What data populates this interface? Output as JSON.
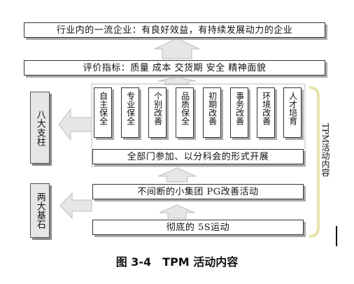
{
  "top_goal": "行业内的一流企业：有良好效益，有持续发展动力的企业",
  "evaluation": "评价指标：质量 成本 交货期 安全 精神面貌",
  "pillars": [
    "自主保全",
    "专业保全",
    "个别改善",
    "品质保全",
    "初期改善",
    "事务改善",
    "环境改善",
    "人才培育"
  ],
  "all_departments": "全部门参加、以分科会的形式开展",
  "small_group": "不间断的小集团 PG改善活动",
  "five_s": "彻底的 5S运动",
  "left_labels": {
    "pillars": "八大支柱",
    "foundation": "两大基石"
  },
  "brace_label": "TPM活动内容",
  "caption": "图 3-4　TPM 活动内容",
  "colors": {
    "arrow_fill": "#e6e6e6",
    "arrow_stroke": "#bdbdbd",
    "shadow": "#a9a9a9",
    "brace": "#e8e3a8"
  }
}
